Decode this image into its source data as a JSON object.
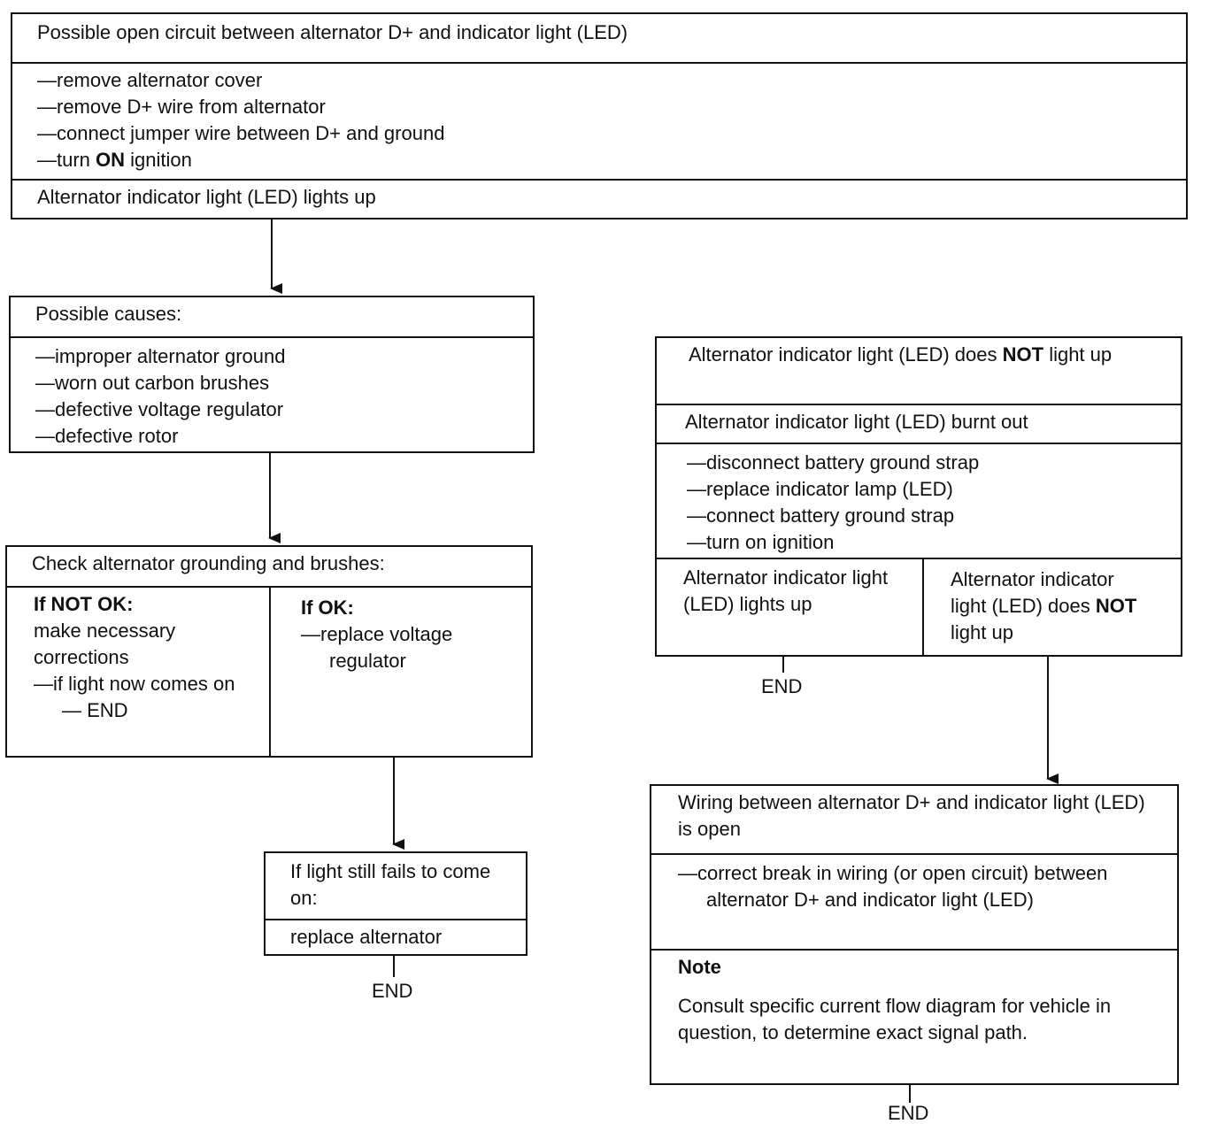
{
  "box1": {
    "title": "Possible open circuit between alternator D+ and indicator light (LED)",
    "steps": [
      "remove alternator cover",
      "remove D+ wire from alternator",
      "connect jumper wire between D+ and ground"
    ],
    "step4_pre": "turn ",
    "step4_bold": "ON",
    "step4_post": " ignition",
    "result": "Alternator indicator light (LED) lights up"
  },
  "box2": {
    "title": "Possible causes:",
    "items": [
      "improper alternator ground",
      "worn out carbon brushes",
      "defective voltage regulator",
      "defective rotor"
    ]
  },
  "box3": {
    "title": "Check alternator grounding and brushes:",
    "left_label": "If NOT OK:",
    "left_text": "make necessary corrections",
    "left_item": "if light now comes on — END",
    "right_label": "If OK:",
    "right_item": "replace voltage regulator"
  },
  "box4": {
    "title": "If light still fails to come on:",
    "action": "replace alternator"
  },
  "box5": {
    "title_pre": "Alternator indicator light (LED) does ",
    "title_bold": "NOT",
    "title_post": " light up",
    "subtitle": "Alternator indicator light (LED) burnt out",
    "steps": [
      "disconnect battery ground strap",
      "replace indicator lamp (LED)",
      "connect battery ground strap",
      "turn on ignition"
    ],
    "left_result": "Alternator indicator light (LED) lights up",
    "right_result_pre": "Alternator indicator light (LED) does ",
    "right_result_bold": "NOT",
    "right_result_post": " light up"
  },
  "box6": {
    "title": "Wiring between alternator D+ and indicator light (LED) is open",
    "action": "correct break in wiring (or open circuit) between alternator D+ and indicator light (LED)",
    "note_heading": "Note",
    "note_text": "Consult specific current flow diagram for vehicle in question, to determine exact signal path."
  },
  "end_labels": {
    "end1": "END",
    "end2": "END",
    "end3": "END"
  }
}
